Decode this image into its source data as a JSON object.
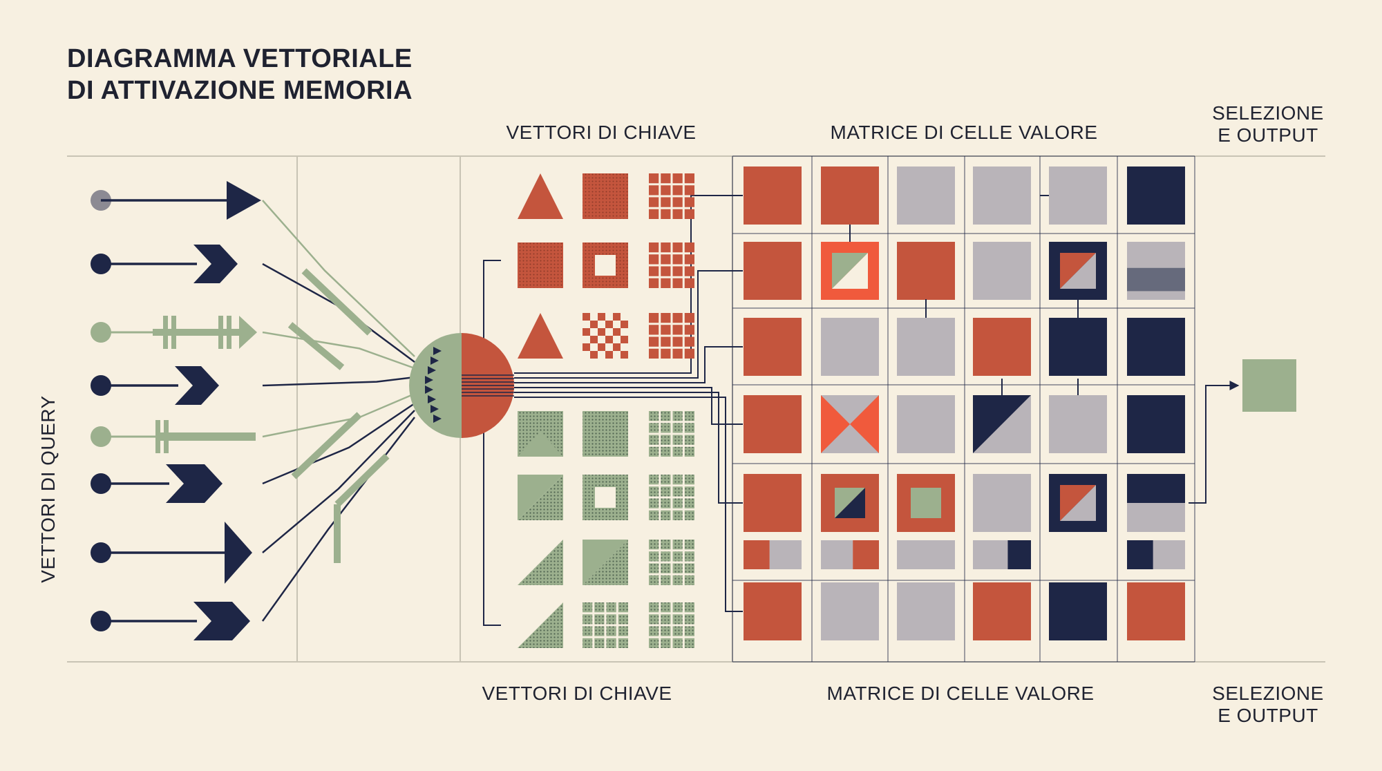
{
  "title": {
    "line1": "DIAGRAMMA VETTORIALE",
    "line2": "DI ATTIVAZIONE MEMORIA"
  },
  "headers": {
    "top_keys": "VETTORI DI CHIAVE",
    "top_matrix": "MATRICE DI CELLE VALORE",
    "top_select_line1": "SELEZIONE",
    "top_select_line2": "E OUTPUT",
    "bottom_keys": "VETTORI DI CHIAVE",
    "bottom_matrix": "MATRICE DI CELLE VALORE",
    "bottom_select_line1": "SELEZIONE",
    "bottom_select_line2": "E OUTPUT",
    "query_vectors": "VETTORI DI QUERY"
  },
  "colors": {
    "background": "#f7f0e1",
    "navy": "#1e2646",
    "red": "#c4553d",
    "bright_red": "#f05a3c",
    "sage": "#9cb08e",
    "grey": "#b9b4b9",
    "dark_grey": "#666a7c",
    "gray_dot": "#8c8a93",
    "line": "#c8c3b4"
  },
  "query_vectors": [
    {
      "color": "gray",
      "arrow": "triangle"
    },
    {
      "color": "navy",
      "arrow": "chevron-double"
    },
    {
      "color": "sage",
      "arrow": "feather"
    },
    {
      "color": "navy",
      "arrow": "chevron-double"
    },
    {
      "color": "sage",
      "arrow": "feather-short"
    },
    {
      "color": "navy",
      "arrow": "chevron-triple"
    },
    {
      "color": "navy",
      "arrow": "triangle-large"
    },
    {
      "color": "navy",
      "arrow": "chevron-triple"
    }
  ],
  "key_vectors": [
    [
      "red-triangle",
      "red-square-dotted",
      "red-grid"
    ],
    [
      "red-square-dotted",
      "red-square-hollow",
      "red-grid"
    ],
    [
      "red-triangle",
      "red-checker",
      "red-grid"
    ],
    [
      "sage-square-dotted-triangle",
      "sage-square-dotted",
      "sage-grid"
    ],
    [
      "sage-square-split",
      "sage-square-hollow",
      "sage-grid"
    ],
    [
      "sage-triangle",
      "sage-square-split",
      "sage-grid"
    ],
    [
      "sage-triangle",
      "sage-grid",
      "sage-grid"
    ]
  ],
  "value_matrix": [
    [
      "red",
      "red",
      "grey",
      "grey",
      "grey",
      "navy"
    ],
    [
      "red",
      "bright-red-split",
      "red",
      "grey",
      "navy-split",
      "grey-navy-band"
    ],
    [
      "red",
      "grey",
      "grey",
      "red",
      "navy",
      "navy"
    ],
    [
      "red",
      "hourglass",
      "grey",
      "navy-diagonal",
      "grey",
      "navy"
    ],
    [
      "red-stack",
      "red-navy-split",
      "red-sage-center",
      "grey-stack",
      "navy-red-split",
      "navy-grey"
    ],
    [
      "red",
      "grey",
      "grey",
      "red",
      "navy",
      "red"
    ]
  ],
  "output": {
    "color": "sage"
  }
}
